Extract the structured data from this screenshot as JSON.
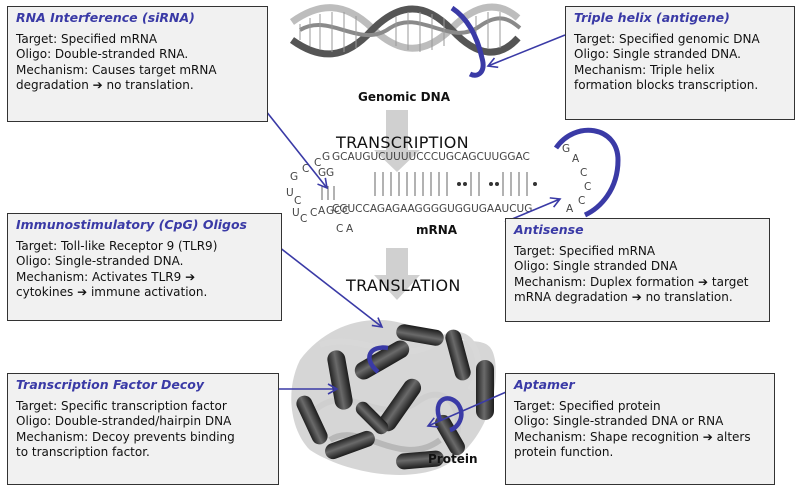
{
  "boxes": {
    "rnai": {
      "title": "RNA Interference (siRNA)",
      "lines": [
        "Target: Specified mRNA",
        "Oligo: Double-stranded RNA.",
        "Mechanism: Causes target mRNA",
        "degradation ➔  no translation."
      ]
    },
    "triple": {
      "title": "Triple helix (antigene)",
      "lines": [
        "Target: Specified genomic DNA",
        "Oligo: Single stranded DNA.",
        "Mechanism: Triple helix",
        "formation blocks transcription."
      ]
    },
    "cpg": {
      "title": "Immunostimulatory (CpG) Oligos",
      "lines": [
        "Target: Toll-like Receptor 9 (TLR9)",
        "Oligo: Single-stranded DNA.",
        "Mechanism: Activates TLR9 ➔",
        "cytokines ➔ immune activation."
      ]
    },
    "antisense": {
      "title": "Antisense",
      "lines": [
        "Target: Specified mRNA",
        "Oligo: Single stranded DNA",
        "Mechanism: Duplex formation ➔ target",
        "mRNA degradation ➔  no translation."
      ]
    },
    "decoy": {
      "title": "Transcription Factor Decoy",
      "lines": [
        "Target: Specific transcription factor",
        "Oligo: Double-stranded/hairpin DNA",
        "Mechanism: Decoy prevents binding",
        "to transcription factor."
      ]
    },
    "aptamer": {
      "title": "Aptamer",
      "lines": [
        "Target: Specified protein",
        "Oligo: Single-stranded DNA or RNA",
        "Mechanism: Shape recognition ➔ alters",
        "protein function."
      ]
    }
  },
  "labels": {
    "genomic_dna": "Genomic DNA",
    "transcription": "TRANSCRIPTION",
    "mrna": "mRNA",
    "translation": "TRANSLATION",
    "protein": "Protein"
  },
  "rna_sequence": {
    "top_strand": "GCAUGUCUUUUCCCUGCAGCUUGGAC",
    "bottom_strand": "CGUCCAGAGAAGGGGUGGUGAAUCUG",
    "loop_right": [
      "G",
      "A",
      "C",
      "C",
      "C",
      "A"
    ],
    "hairpin_left": [
      "G",
      "C",
      "C",
      "G",
      "G",
      "A",
      "G",
      "C",
      "U",
      "U",
      "C",
      "C",
      "A",
      "G",
      "C",
      "C",
      "A"
    ]
  },
  "colors": {
    "accent_blue": "#3a3aa6",
    "box_fill": "#f1f1f1",
    "arrow_gray": "#cfcfcf",
    "cylinder_dark": "#3a3a3a"
  }
}
